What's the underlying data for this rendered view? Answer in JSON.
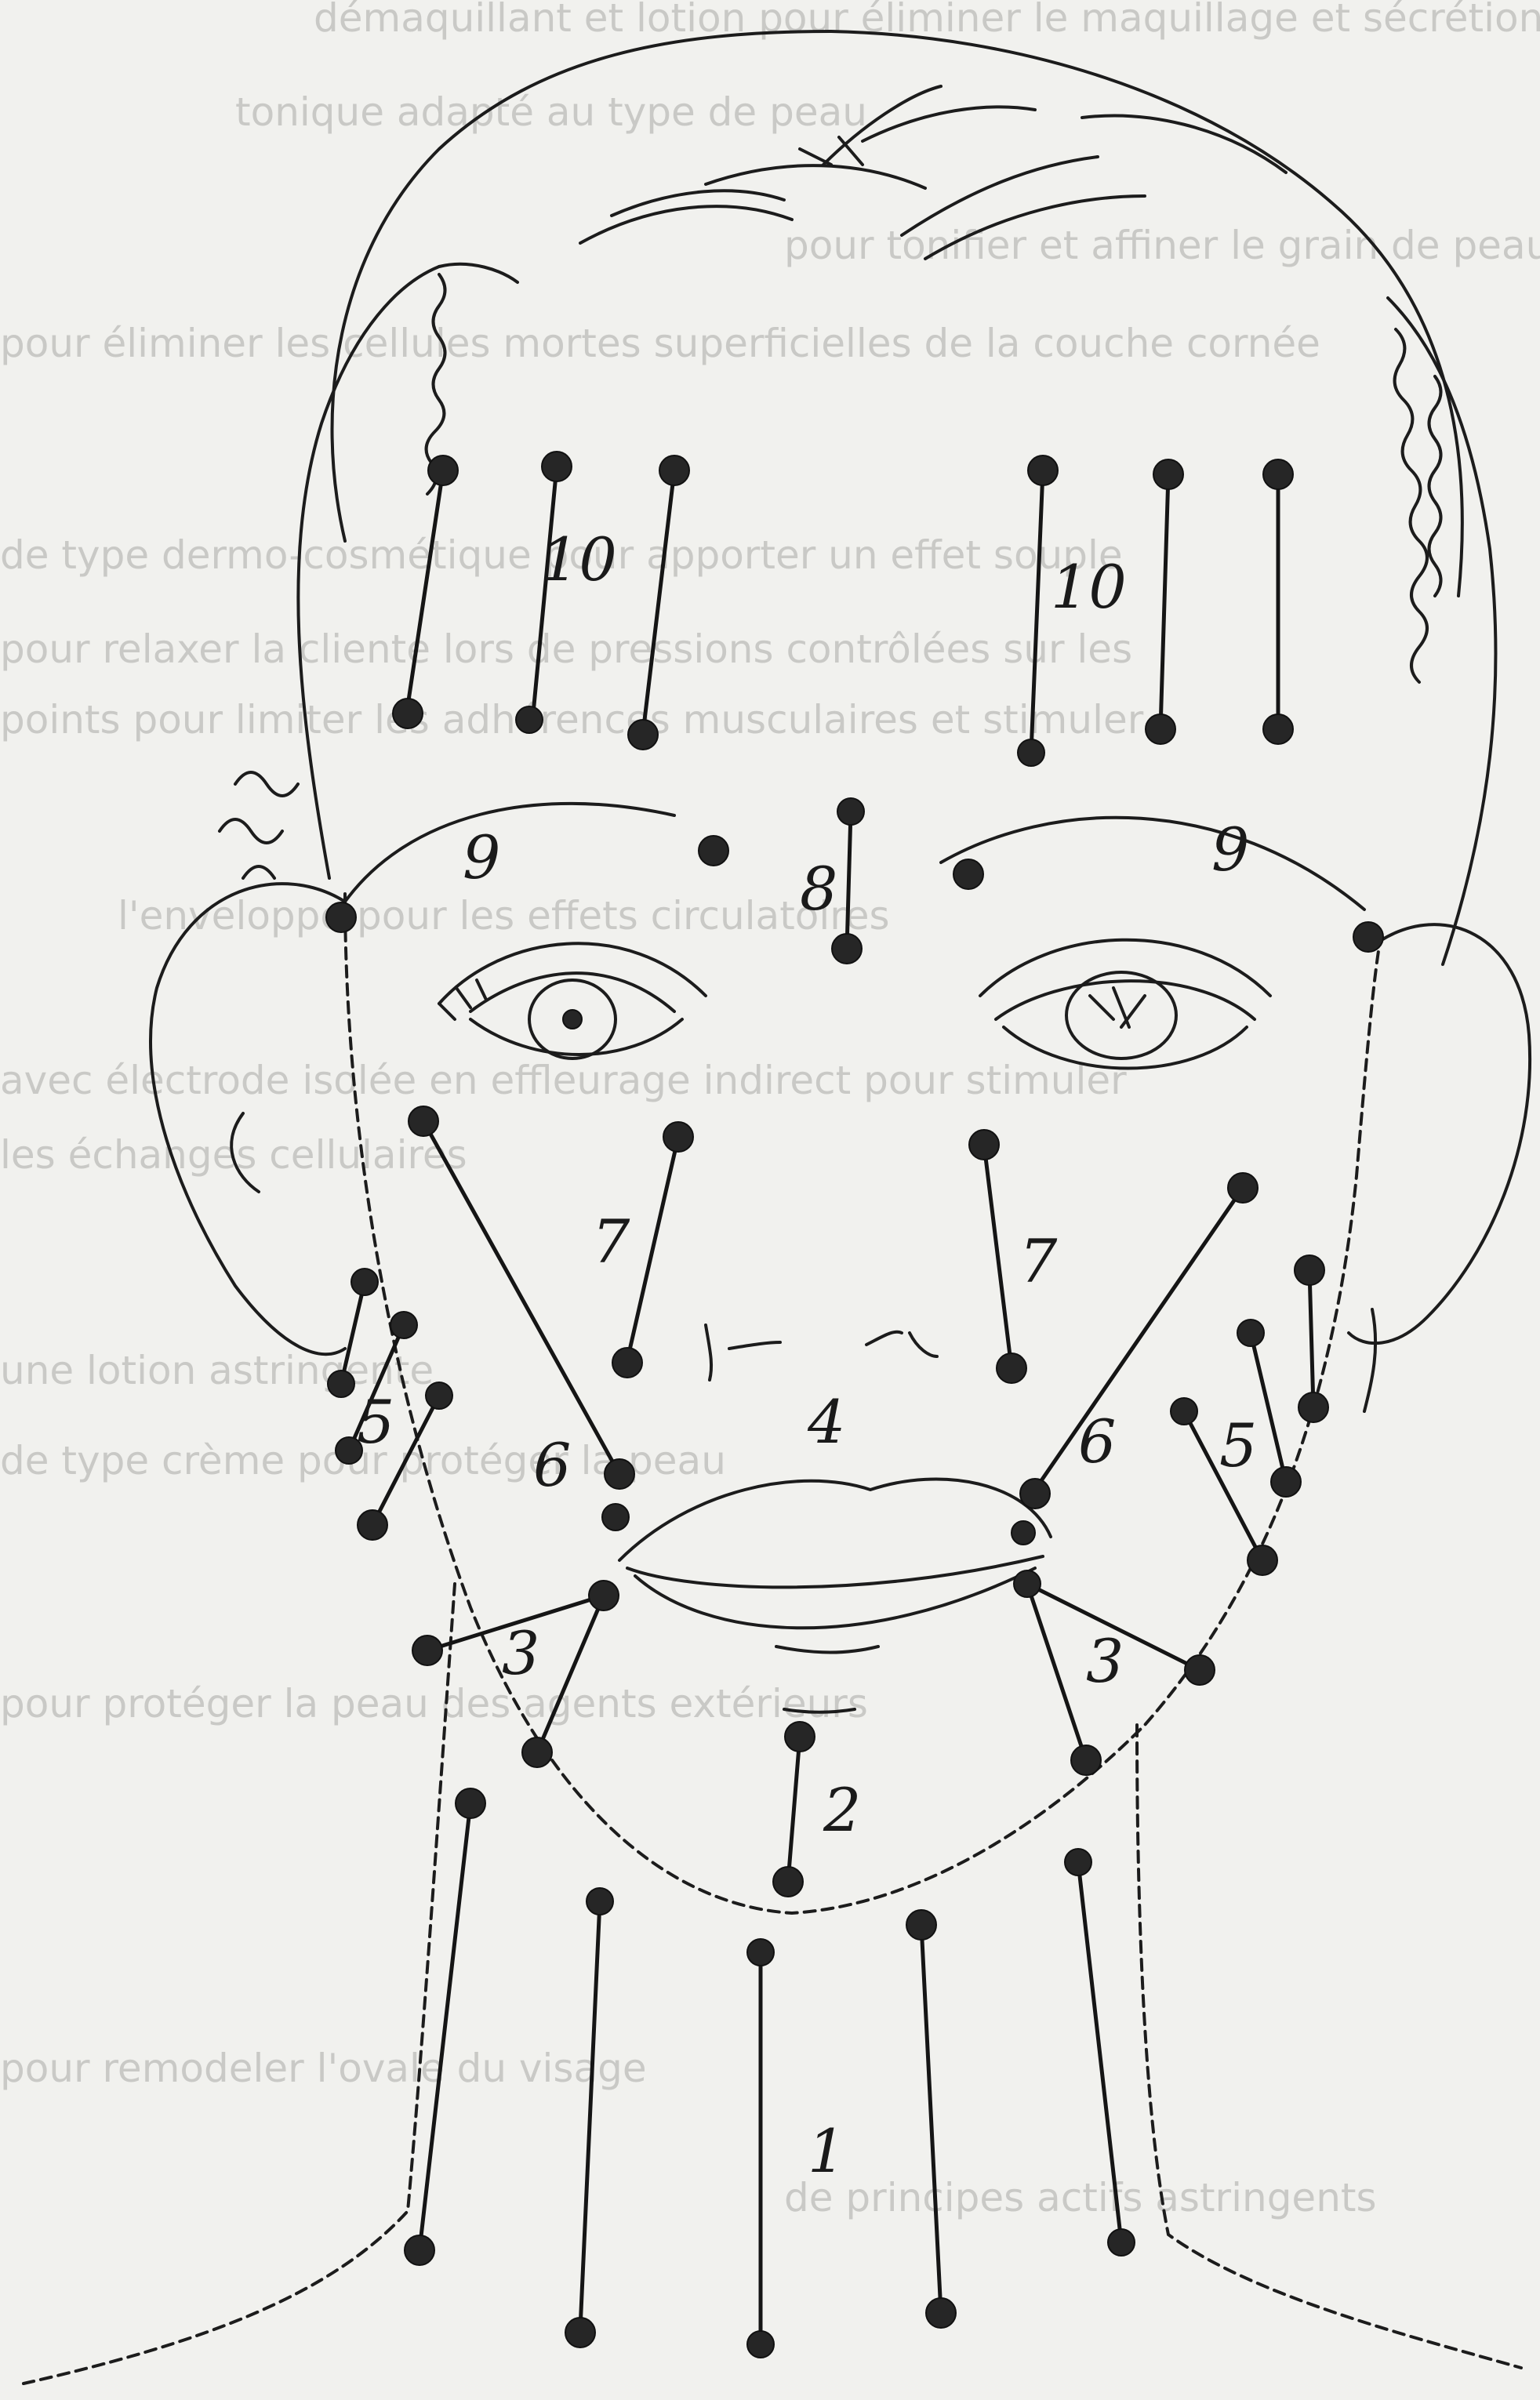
{
  "background_text": [
    "démaquillant et lotion pour éliminer le maquillage et sécrétion",
    "tonique adapté au type de peau",
    "pour tonifier et affiner le grain de peau",
    "pour éliminer les cellules mortes superficielles de la couche cornée",
    "de type dermo-cosmétique pour apporter un effet souple",
    "pour relaxer la cliente lors de pressions contrôlées sur les",
    "points pour limiter les adhérences musculaires et stimuler",
    "l'enveloppe pour les effets circulatoires",
    "avec électrode isolée en effleurage indirect pour stimuler",
    "les échanges cellulaires",
    "une lotion astringente",
    "de type crème pour protéger la peau",
    "pour protéger la peau des agents extérieurs",
    "pour remodeler l'ovale du visage",
    "de principes actifs astringents"
  ],
  "zone_labels": [
    "1",
    "2",
    "3",
    "3",
    "4",
    "5",
    "5",
    "6",
    "6",
    "7",
    "7",
    "8",
    "9",
    "9",
    "10",
    "10"
  ]
}
